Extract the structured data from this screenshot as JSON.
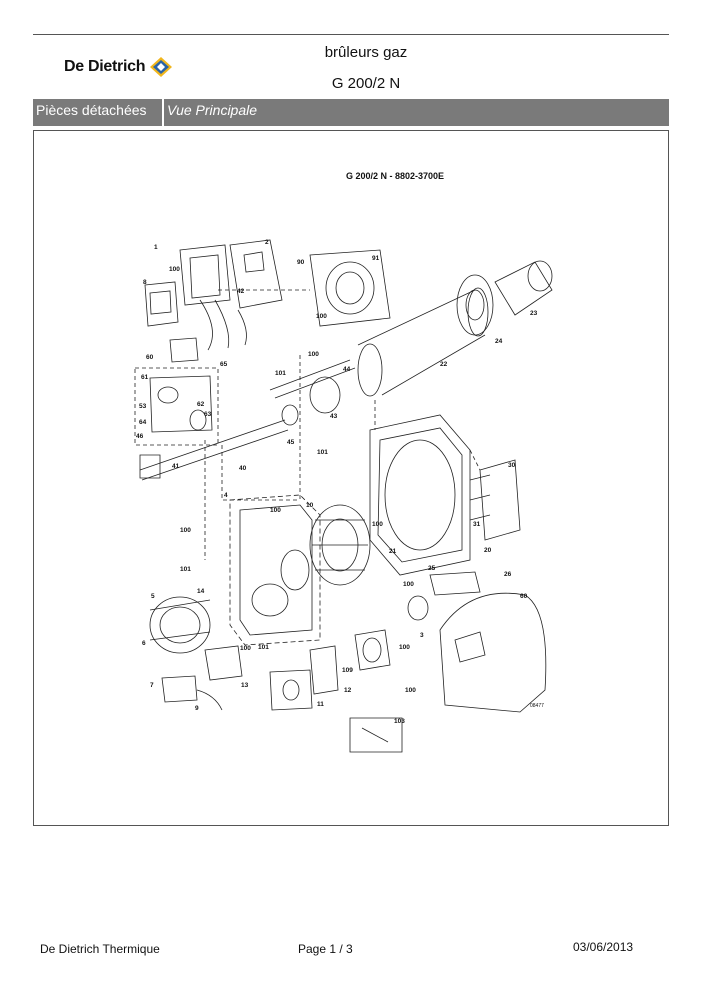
{
  "brand": {
    "name": "De Dietrich"
  },
  "header": {
    "line1": "brûleurs gaz",
    "line2": "G 200/2 N"
  },
  "section_bar": {
    "label": "Pièces détachées",
    "view": "Vue Principale"
  },
  "diagram": {
    "title": "G 200/2 N - 8802-3700E",
    "callouts": [
      "1",
      "2",
      "100",
      "42",
      "8",
      "90",
      "91",
      "100",
      "23",
      "24",
      "60",
      "61",
      "100",
      "101",
      "44",
      "43",
      "22",
      "65",
      "53",
      "62",
      "63",
      "64",
      "46",
      "45",
      "101",
      "41",
      "40",
      "4",
      "100",
      "10",
      "100",
      "30",
      "31",
      "20",
      "21",
      "100",
      "101",
      "25",
      "26",
      "100",
      "60",
      "5",
      "14",
      "6",
      "100",
      "101",
      "109",
      "3",
      "100",
      "7",
      "13",
      "12",
      "11",
      "9",
      "100",
      "103"
    ],
    "corner_code": "08477"
  },
  "footer": {
    "company": "De Dietrich Thermique",
    "page": "Page   1  /  3",
    "date": "03/06/2013"
  }
}
